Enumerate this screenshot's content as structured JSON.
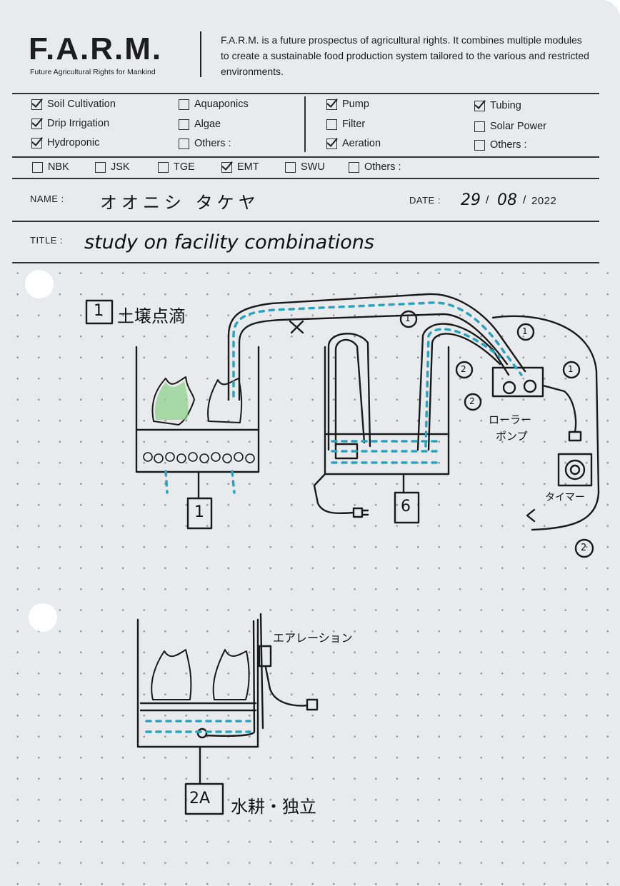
{
  "brand": {
    "logo": "F.A.R.M.",
    "subtitle": "Future Agricultural Rights for Mankind"
  },
  "intro": "F.A.R.M. is a future prospectus of agricultural rights. It combines multiple modules to create a sustainable food production system tailored to the various and restricted environments.",
  "checklist": {
    "col1": [
      {
        "label": "Soil Cultivation",
        "checked": true
      },
      {
        "label": "Drip Irrigation",
        "checked": true
      },
      {
        "label": "Hydroponic",
        "checked": true
      }
    ],
    "col2": [
      {
        "label": "Aquaponics",
        "checked": false
      },
      {
        "label": "Algae",
        "checked": false
      },
      {
        "label": "Others :",
        "checked": false
      }
    ],
    "col3": [
      {
        "label": "Pump",
        "checked": true
      },
      {
        "label": "Filter",
        "checked": false
      },
      {
        "label": "Aeration",
        "checked": true
      }
    ],
    "col4": [
      {
        "label": "Tubing",
        "checked": true
      },
      {
        "label": "Solar Power",
        "checked": false
      },
      {
        "label": "Others :",
        "checked": false
      }
    ],
    "row": [
      {
        "label": "NBK",
        "checked": false
      },
      {
        "label": "JSK",
        "checked": false
      },
      {
        "label": "TGE",
        "checked": false
      },
      {
        "label": "EMT",
        "checked": true
      },
      {
        "label": "SWU",
        "checked": false
      },
      {
        "label": "Others :",
        "checked": false
      }
    ]
  },
  "fields": {
    "name_label": "NAME :",
    "name_value": "オオニシ タケヤ",
    "date_label": "DATE :",
    "date_day": "29",
    "date_month": "08",
    "date_year": "2022",
    "title_label": "TITLE :",
    "title_value": "study on facility combinations"
  },
  "sketch": {
    "heading_num": "1",
    "heading_text": "土壌点滴",
    "tank1_label": "1",
    "tank6_label": "6",
    "pump_label_1": "ローラー",
    "pump_label_2": "ポンプ",
    "timer_label": "タイマー",
    "tube_1": "1",
    "tube_2": "2",
    "aeration_label": "エアレーション",
    "tank2_label": "2A",
    "tank2_text": "水耕・独立"
  }
}
